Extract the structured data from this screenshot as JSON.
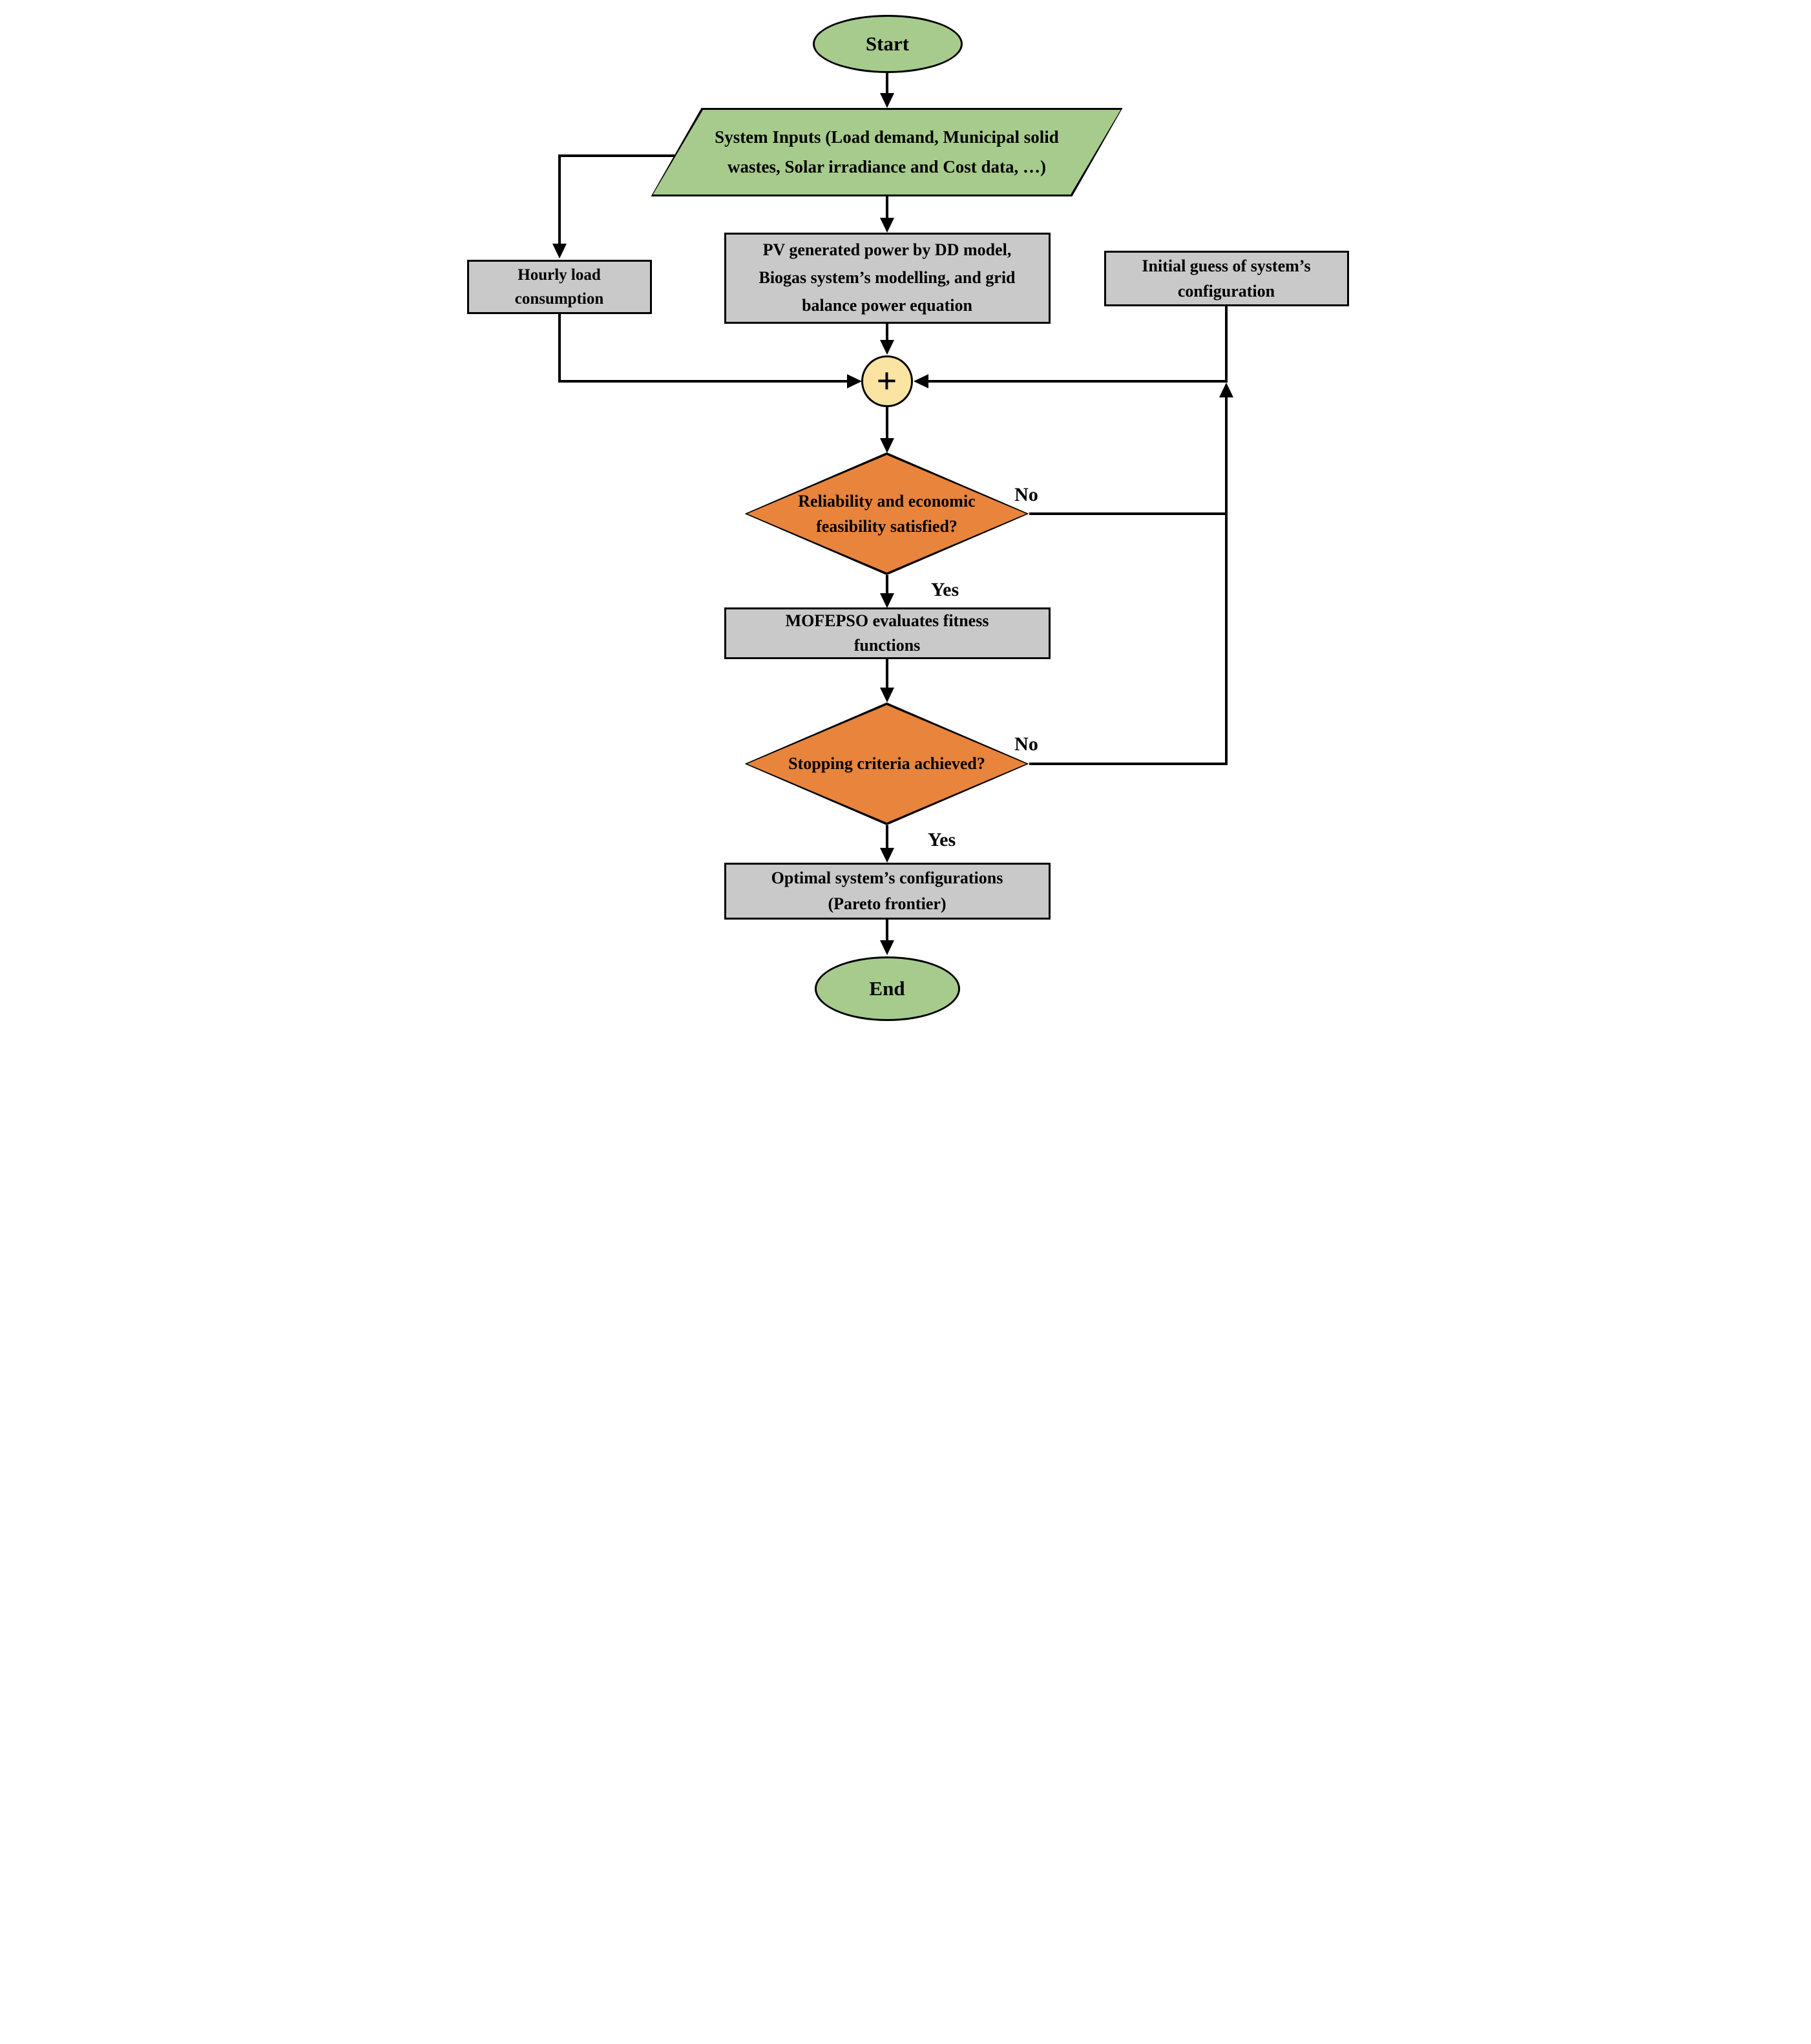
{
  "figure": {
    "type": "flowchart",
    "description": "Optimization procedure flowchart of a PV/biogas hybrid system sizing by MOFEPSO"
  },
  "colors": {
    "terminal_fill": "#a7cb8c",
    "process_fill": "#c9c9c9",
    "decision_fill": "#e8843c",
    "junction_fill": "#fbe3a2",
    "line": "#000000",
    "background": "#ffffff"
  },
  "nodes": {
    "start": {
      "shape": "ellipse",
      "label": "Start"
    },
    "system_inputs": {
      "shape": "parallelogram",
      "lines": [
        "System Inputs (Load demand, Municipal solid",
        "wastes, Solar irradiance and Cost data, …)"
      ]
    },
    "hourly_load": {
      "shape": "rectangle",
      "lines": [
        "Hourly load",
        "consumption"
      ]
    },
    "pv_model": {
      "shape": "rectangle",
      "lines": [
        "PV generated power by DD model,",
        "Biogas system’s modelling, and grid",
        "balance power equation"
      ]
    },
    "initial_guess": {
      "shape": "rectangle",
      "lines": [
        "Initial guess of system’s",
        "configuration"
      ]
    },
    "sum_junction": {
      "shape": "circle",
      "label": "+"
    },
    "feasibility_check": {
      "shape": "diamond",
      "lines": [
        "Reliability and economic",
        "feasibility satisfied?"
      ]
    },
    "mofepso": {
      "shape": "rectangle",
      "lines": [
        "MOFEPSO evaluates fitness",
        "functions"
      ]
    },
    "stopping_check": {
      "shape": "diamond",
      "lines": [
        "Stopping criteria achieved?"
      ]
    },
    "optimal": {
      "shape": "rectangle",
      "lines": [
        "Optimal system’s configurations",
        "(Pareto frontier)"
      ]
    },
    "end": {
      "shape": "ellipse",
      "label": "End"
    }
  },
  "edge_labels": {
    "feasibility_no": "No",
    "feasibility_yes": "Yes",
    "stopping_no": "No",
    "stopping_yes": "Yes"
  }
}
